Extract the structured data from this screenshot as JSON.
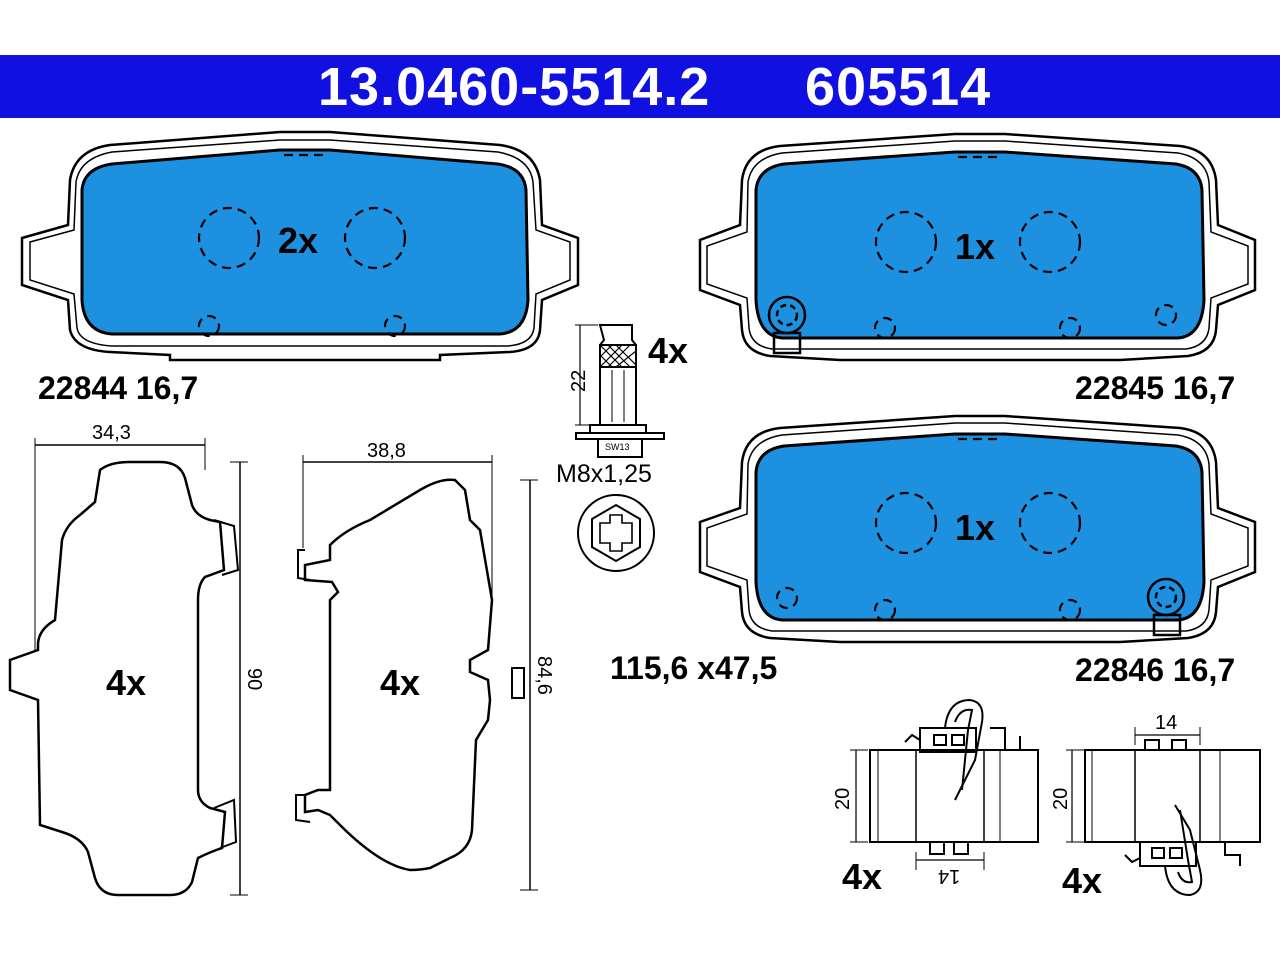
{
  "header": {
    "part_number": "13.0460-5514.2",
    "article_number": "605514"
  },
  "pads": {
    "pad1": {
      "quantity": "2x",
      "wva": "22844",
      "thickness": "16,7"
    },
    "pad2": {
      "quantity": "1x",
      "wva": "22845",
      "thickness": "16,7"
    },
    "pad3": {
      "quantity": "1x",
      "wva": "22846",
      "thickness": "16,7"
    },
    "dimensions": "115,6 x47,5"
  },
  "bolt": {
    "quantity": "4x",
    "length": "22",
    "thread": "M8x1,25",
    "wrench": "SW13"
  },
  "shims": {
    "shim1": {
      "quantity": "4x",
      "width": "34,3",
      "height": "90"
    },
    "shim2": {
      "quantity": "4x",
      "width": "38,8",
      "height": "84,6"
    }
  },
  "clips": {
    "clip1": {
      "quantity": "4x",
      "height": "20",
      "width": "14"
    },
    "clip2": {
      "quantity": "4x",
      "height": "20",
      "width": "14"
    }
  },
  "colors": {
    "header": "#1010e0",
    "pad_fill": "#1e90e0"
  }
}
